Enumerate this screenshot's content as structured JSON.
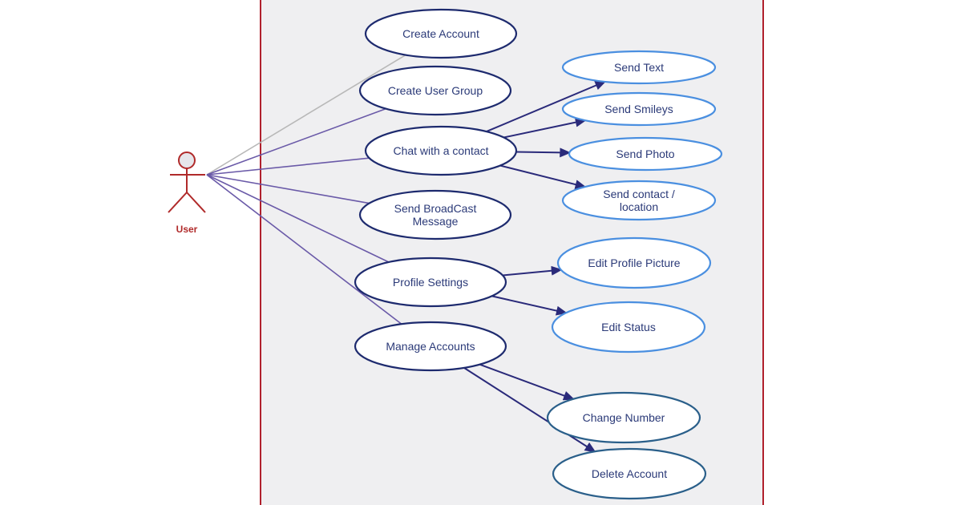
{
  "actor": {
    "label": "User"
  },
  "use_cases": [
    {
      "id": "create-account",
      "lines": [
        "Create Account"
      ]
    },
    {
      "id": "create-user-group",
      "lines": [
        "Create User Group"
      ]
    },
    {
      "id": "chat-with-contact",
      "lines": [
        "Chat with a contact"
      ]
    },
    {
      "id": "send-broadcast",
      "lines": [
        "Send BroadCast",
        "Message"
      ]
    },
    {
      "id": "profile-settings",
      "lines": [
        "Profile Settings"
      ]
    },
    {
      "id": "manage-accounts",
      "lines": [
        "Manage Accounts"
      ]
    },
    {
      "id": "send-text",
      "lines": [
        "Send Text"
      ]
    },
    {
      "id": "send-smileys",
      "lines": [
        "Send Smileys"
      ]
    },
    {
      "id": "send-photo",
      "lines": [
        "Send Photo"
      ]
    },
    {
      "id": "send-contact-location",
      "lines": [
        "Send contact /",
        "location"
      ]
    },
    {
      "id": "edit-profile-picture",
      "lines": [
        "Edit Profile Picture"
      ]
    },
    {
      "id": "edit-status",
      "lines": [
        "Edit Status"
      ]
    },
    {
      "id": "change-number",
      "lines": [
        "Change Number"
      ]
    },
    {
      "id": "delete-account",
      "lines": [
        "Delete Account"
      ]
    }
  ],
  "associations": [
    {
      "from": "actor",
      "to": "create-account"
    },
    {
      "from": "actor",
      "to": "create-user-group"
    },
    {
      "from": "actor",
      "to": "chat-with-contact"
    },
    {
      "from": "actor",
      "to": "send-broadcast"
    },
    {
      "from": "actor",
      "to": "profile-settings"
    },
    {
      "from": "actor",
      "to": "manage-accounts"
    }
  ],
  "extends": [
    {
      "from": "chat-with-contact",
      "to": "send-text"
    },
    {
      "from": "chat-with-contact",
      "to": "send-smileys"
    },
    {
      "from": "chat-with-contact",
      "to": "send-photo"
    },
    {
      "from": "chat-with-contact",
      "to": "send-contact-location"
    },
    {
      "from": "profile-settings",
      "to": "edit-profile-picture"
    },
    {
      "from": "profile-settings",
      "to": "edit-status"
    },
    {
      "from": "manage-accounts",
      "to": "change-number"
    },
    {
      "from": "manage-accounts",
      "to": "delete-account"
    }
  ],
  "colors": {
    "system_border": "#b0202c",
    "system_fill": "#efeff1",
    "primary_ellipse_stroke": "#1d2a6e",
    "secondary_ellipse_stroke": "#4a8fe0",
    "tertiary_ellipse_stroke": "#2a5f8a",
    "association_line": "#6a5aa8",
    "first_association_line": "#b8b8b8",
    "extend_arrow": "#2a2a7a",
    "actor": "#b02a2a"
  }
}
